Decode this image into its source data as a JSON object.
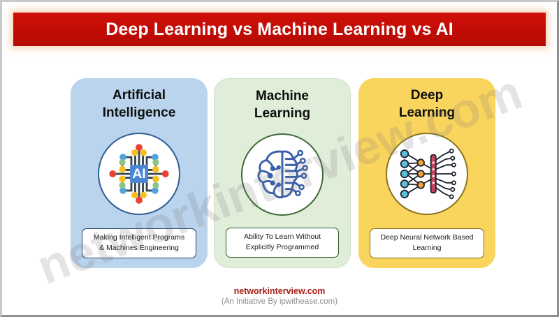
{
  "banner": {
    "title": "Deep Learning vs Machine Learning vs AI",
    "background_color": "#c90d06",
    "text_color": "#ffffff"
  },
  "watermark": {
    "text": "networkinterview.com"
  },
  "cards": [
    {
      "id": "artificial-intelligence",
      "title": "Artificial\nIntelligence",
      "title_line1": "Artificial",
      "title_line2": "Intelligence",
      "caption": "Making Intelligent Programs & Machines Engineering",
      "caption_line1": "Making Intelligent Programs",
      "caption_line2": "& Machines Engineering",
      "background_color": "#b9d4ec",
      "accent_color": "#2f5f96",
      "icon": "ai-chip-icon",
      "icon_label": "AI"
    },
    {
      "id": "machine-learning",
      "title": "Machine\nLearning",
      "title_line1": "Machine",
      "title_line2": "Learning",
      "caption": "Ability To Learn Without Explicitly Programmed",
      "caption_line1": "Ability To Learn Without",
      "caption_line2": "Explicitly Programmed",
      "background_color": "#e0eed9",
      "accent_color": "#3f6b39",
      "icon": "brain-circuit-icon",
      "icon_label": ""
    },
    {
      "id": "deep-learning",
      "title": "Deep\nLearning",
      "title_line1": "Deep",
      "title_line2": "Learning",
      "caption": "Deep Neural Network Based Learning",
      "caption_line1": "Deep Neural Network Based",
      "caption_line2": "Learning",
      "background_color": "#fad55e",
      "accent_color": "#8a7320",
      "icon": "neural-network-icon",
      "icon_label": ""
    }
  ],
  "footer": {
    "brand": "networkinterview.com",
    "subtitle": "(An Initiative By ipwithease.com)",
    "brand_color": "#a81e14",
    "subtitle_color": "#8d8d91"
  }
}
